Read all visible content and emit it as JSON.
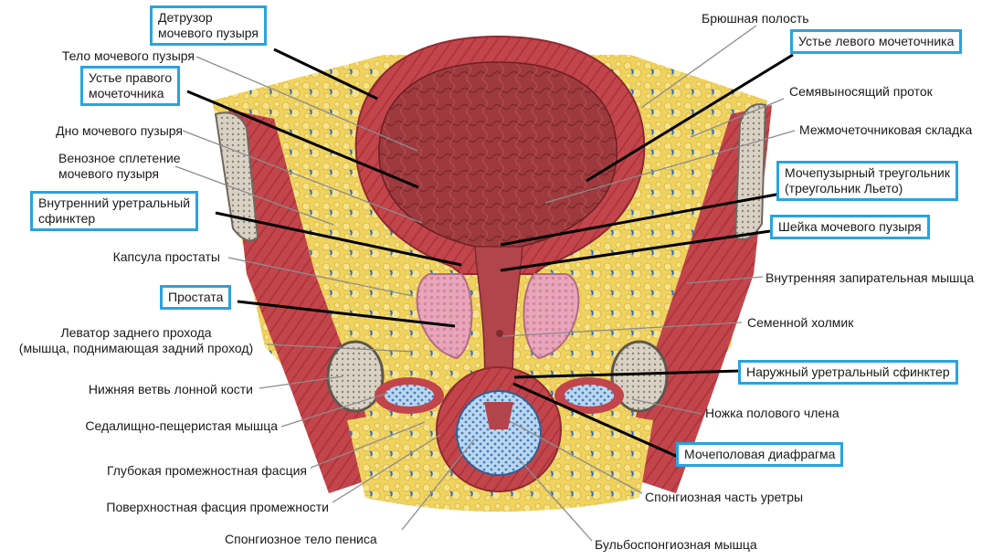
{
  "colors": {
    "highlight_box": "#29a3e0",
    "leader_line_highlight": "#000000",
    "leader_line": "#8c8c8c"
  },
  "labels": {
    "detrusor": [
      "Детрузор",
      "мочевого пузыря"
    ],
    "bladder_body": "Тело мочевого пузыря",
    "right_ureter_orifice": [
      "Устье правого",
      "мочеточника"
    ],
    "bladder_fundus": "Дно мочевого пузыря",
    "venous_plexus": [
      "Венозное сплетение",
      "мочевого пузыря"
    ],
    "internal_urethral_sphincter": [
      "Внутренний уретральный",
      "сфинктер"
    ],
    "prostate_capsule": "Капсула простаты",
    "prostate": "Простата",
    "levator_ani": [
      "Леватор заднего прохода",
      "(мышца, поднимающая задний проход)"
    ],
    "inferior_pubic_ramus": "Нижняя ветвь лонной кости",
    "ischiocavernosus": "Седалищно-пещеристая мышца",
    "deep_perineal_fascia": "Глубокая промежностная фасция",
    "superficial_perineal_fascia": "Поверхностная фасция промежности",
    "corpus_spongiosum": "Спонгиозное тело пениса",
    "peritoneal_cavity": "Брюшная полость",
    "left_ureter_orifice": "Устье левого мочеточника",
    "vas_deferens": "Семявыносящий проток",
    "interureteric_fold": "Межмочеточниковая складка",
    "trigone": [
      "Мочепузырный треугольник",
      "(треугольник Льето)"
    ],
    "bladder_neck": "Шейка мочевого пузыря",
    "obturator_internus": "Внутренняя запирательная мышца",
    "seminal_colliculus": "Семенной холмик",
    "external_urethral_sphincter": "Наружный уретральный сфинктер",
    "penile_crus": "Ножка полового члена",
    "urogenital_diaphragm": "Мочеполовая диафрагма",
    "spongy_urethra": "Спонгиозная часть уретры",
    "bulbospongiosus": "Бульбоспонгиозная мышца"
  }
}
